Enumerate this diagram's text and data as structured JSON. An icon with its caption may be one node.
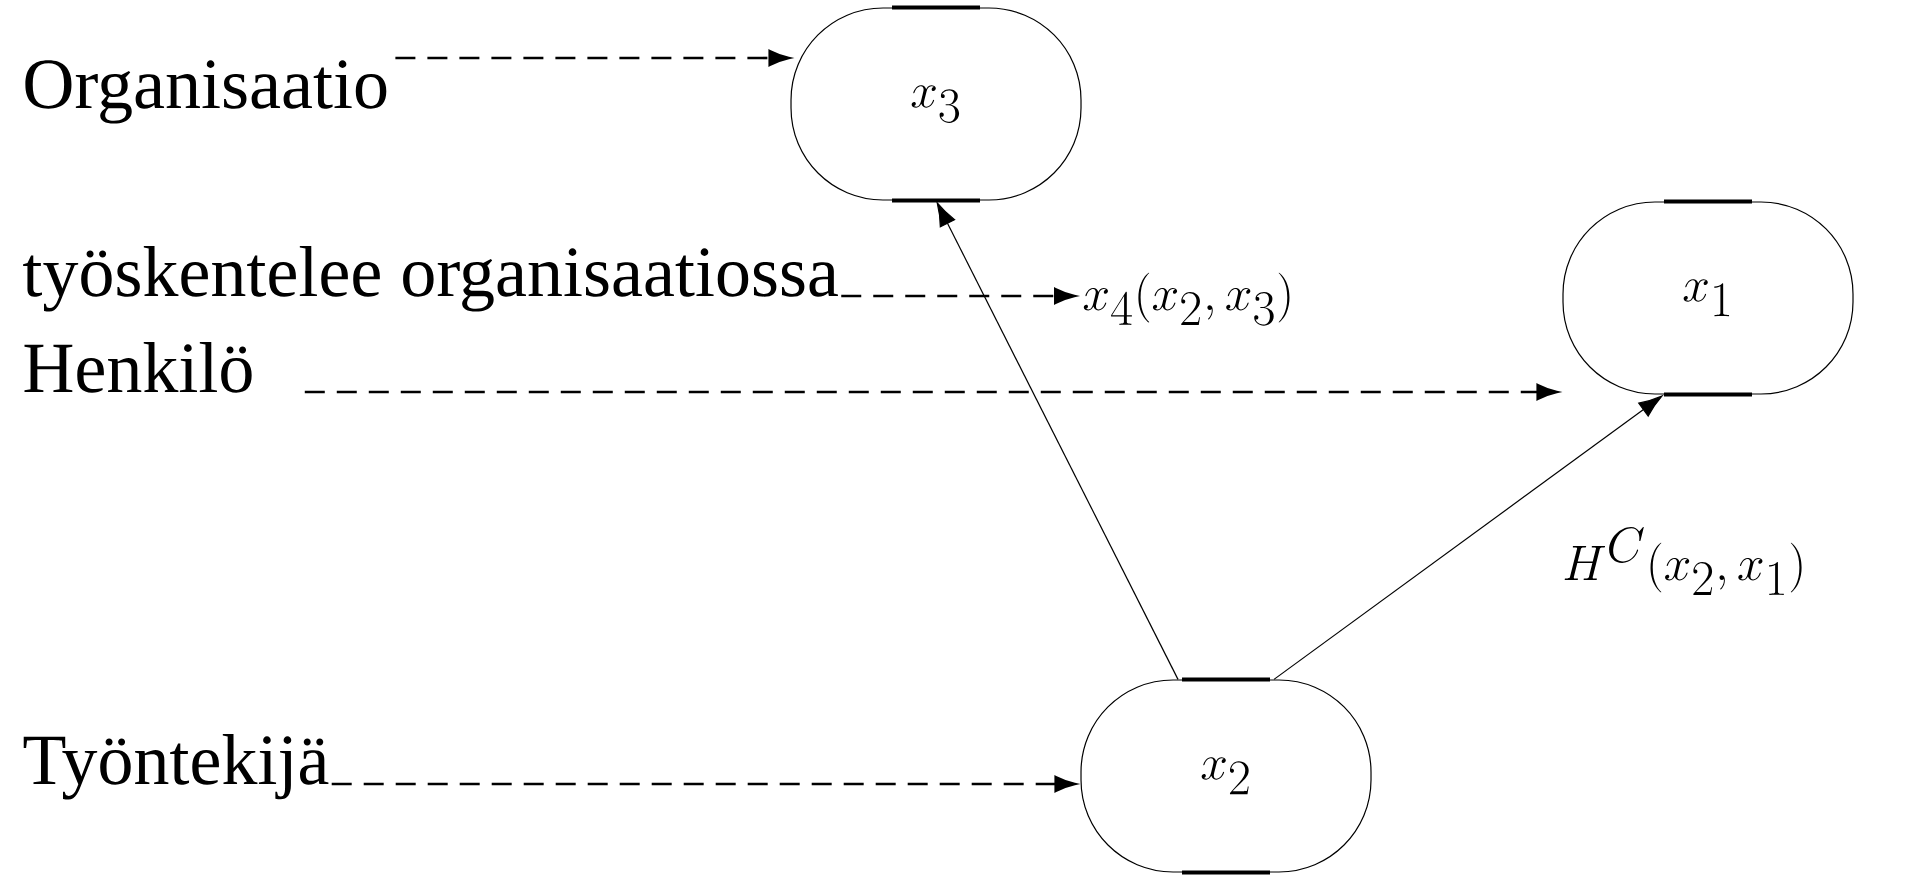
{
  "diagram": {
    "nodes": [
      {
        "text": [
          "Organisaatio"
        ]
      },
      {
        "text": [
          "x_{3}"
        ]
      },
      {
        "text": [
          "työskentelee organisaatiossa"
        ]
      },
      {
        "text": [
          "x_{4}(x_{2},x_{3})"
        ]
      },
      {
        "text": [
          "x_{1}"
        ]
      },
      {
        "text": [
          "Henkilö"
        ]
      },
      {
        "text": [
          "Työntekijä"
        ]
      },
      {
        "text": [
          "x_{2}"
        ]
      }
    ],
    "edges": [
      {
        "from": 0,
        "to": 1,
        "arrow": "to",
        "style": "dashed"
      },
      {
        "from": 2,
        "to": 3,
        "arrow": "to",
        "style": "dashed"
      },
      {
        "from": 5,
        "to": 4,
        "arrow": "to",
        "style": "dashed"
      },
      {
        "from": 6,
        "to": 7,
        "arrow": "to",
        "style": "dashed"
      },
      {
        "from": 7,
        "to": 1,
        "arrow": "to"
      },
      {
        "from": 7,
        "to": 4,
        "arrow": "to",
        "label": "H^{C}(x_{2},x_{1})"
      }
    ]
  }
}
